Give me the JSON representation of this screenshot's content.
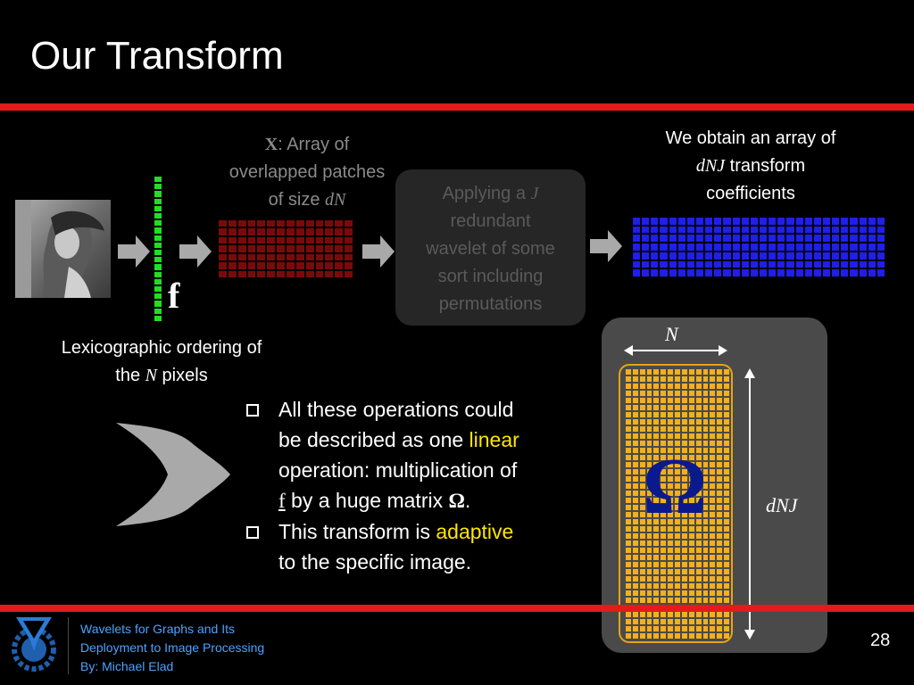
{
  "slide": {
    "title": "Our Transform",
    "page_number": "28"
  },
  "left_label": {
    "line1": "Lexicographic ordering of",
    "line2_pre": "the ",
    "line2_var": "N",
    "line2_post": " pixels"
  },
  "f_label": "f",
  "patches_caption": {
    "X": "X",
    "line1_rest": ": Array of",
    "line2": "overlapped patches",
    "line3_pre": "of size ",
    "line3_var": "dN"
  },
  "wavelet_box": {
    "line1_pre": "Applying a ",
    "line1_var": "J",
    "line2": "redundant",
    "line3": "wavelet of some",
    "line4": "sort including",
    "line5": "permutations"
  },
  "result_caption": {
    "line1": "We obtain an array of",
    "line2_var": "dNJ",
    "line2_rest": " transform",
    "line3": "coefficients"
  },
  "bullets": {
    "b1_part1": "All these operations could",
    "b1_part2": "be described as one ",
    "b1_linear": "linear",
    "b1_part3": "operation: multiplication of",
    "b1_f": "f",
    "b1_part4": " by a huge matrix ",
    "b1_omega": "Ω",
    "b1_end": ".",
    "b2_part1": "This transform is ",
    "b2_adaptive": "adaptive",
    "b2_part2": "to the specific image."
  },
  "matrix": {
    "symbol": "Ω",
    "width_label": "N",
    "height_label": "dNJ"
  },
  "footer": {
    "line1": "Wavelets for Graphs and Its",
    "line2": "Deployment to Image Processing",
    "line3": "By: Michael Elad"
  },
  "colors": {
    "accent_red": "#e31b1b",
    "highlight_yellow": "#ffe600",
    "footer_blue": "#4aa3ff",
    "coeff_blue": "#1f1fe8",
    "patch_red": "#7a0a0a",
    "vector_green": "#22dd22",
    "matrix_orange": "#f2b01e",
    "omega_navy": "#0a1a8c"
  },
  "icons": {
    "logo": "technion-logo-icon",
    "image": "lena-image-icon"
  }
}
